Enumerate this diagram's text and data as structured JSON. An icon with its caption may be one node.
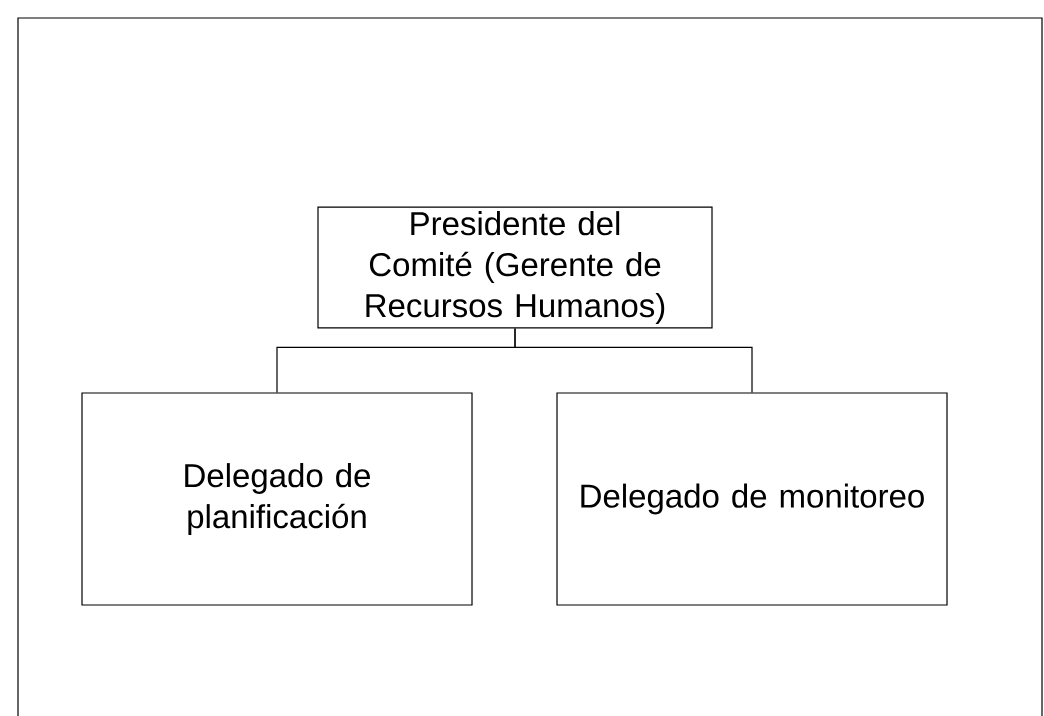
{
  "diagram": {
    "nodes": [
      {
        "text": [
          "Presidente del Comité (Gerente de Recursos Humanos)"
        ]
      },
      {
        "text": [
          "Delegado de planificación"
        ]
      },
      {
        "text": [
          "Delegado de monitoreo"
        ]
      }
    ],
    "edges": [
      {
        "from": 0,
        "to": 1,
        "arrow": "none"
      },
      {
        "from": 0,
        "to": 2,
        "arrow": "none"
      }
    ]
  }
}
